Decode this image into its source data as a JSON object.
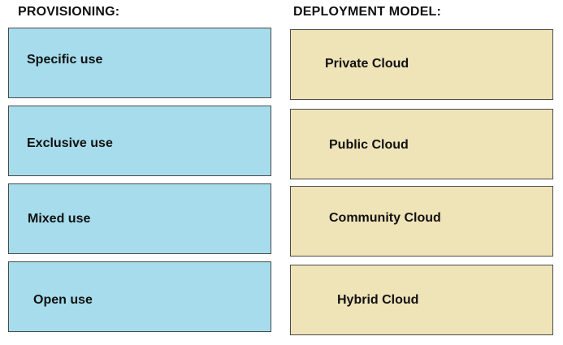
{
  "provisioning": {
    "heading": "PROVISIONING:",
    "items": [
      "Specific use",
      "Exclusive use",
      "Mixed use",
      "Open use"
    ]
  },
  "deployment_model": {
    "heading": "DEPLOYMENT MODEL:",
    "items": [
      "Private Cloud",
      "Public Cloud",
      "Community Cloud",
      "Hybrid Cloud"
    ]
  },
  "colors": {
    "provisioning_fill": "#a6dcec",
    "deployment_fill": "#efe3b8",
    "border": "#4a4a4a"
  }
}
